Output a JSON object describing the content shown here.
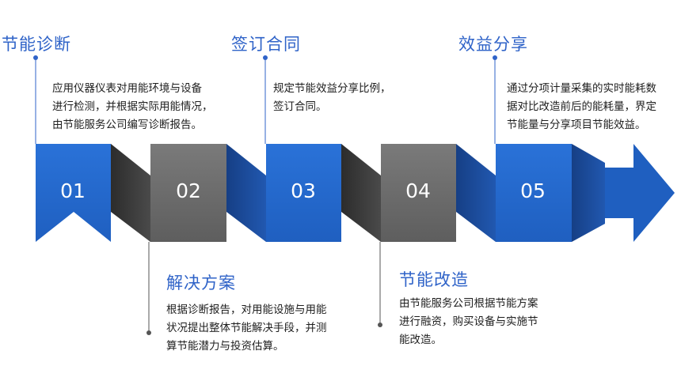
{
  "steps": [
    {
      "number": "01",
      "title": "节能诊断",
      "desc": [
        "应用仪器仪表对用能环境与设备",
        "进行检测，并根据实际用能情况，",
        "由节能服务公司编写诊断报告。"
      ]
    },
    {
      "number": "02",
      "title": "解决方案",
      "desc": [
        "根据诊断报告，对用能设施与用能",
        "状况提出整体节能解决手段，并测",
        "算节能潜力与投资估算。"
      ]
    },
    {
      "number": "03",
      "title": "签订合同",
      "desc": [
        "规定节能效益分享比例，",
        "签订合同。"
      ]
    },
    {
      "number": "04",
      "title": "节能改造",
      "desc": [
        "由节能服务公司根据节能方案",
        "进行融资，购买设备与实施节",
        "能改造。"
      ]
    },
    {
      "number": "05",
      "title": "效益分享",
      "desc": [
        "通过分项计量采集的实时能耗数",
        "据对比改造前后的能耗量，界定",
        "节能量与分享项目节能效益。"
      ]
    }
  ],
  "colors": {
    "blue": "#2468cc",
    "blue_dark": "#1a4a9a",
    "gray": "#6b6b6b",
    "gray_dark": "#3c3c3c",
    "title": "#2f63c8"
  }
}
